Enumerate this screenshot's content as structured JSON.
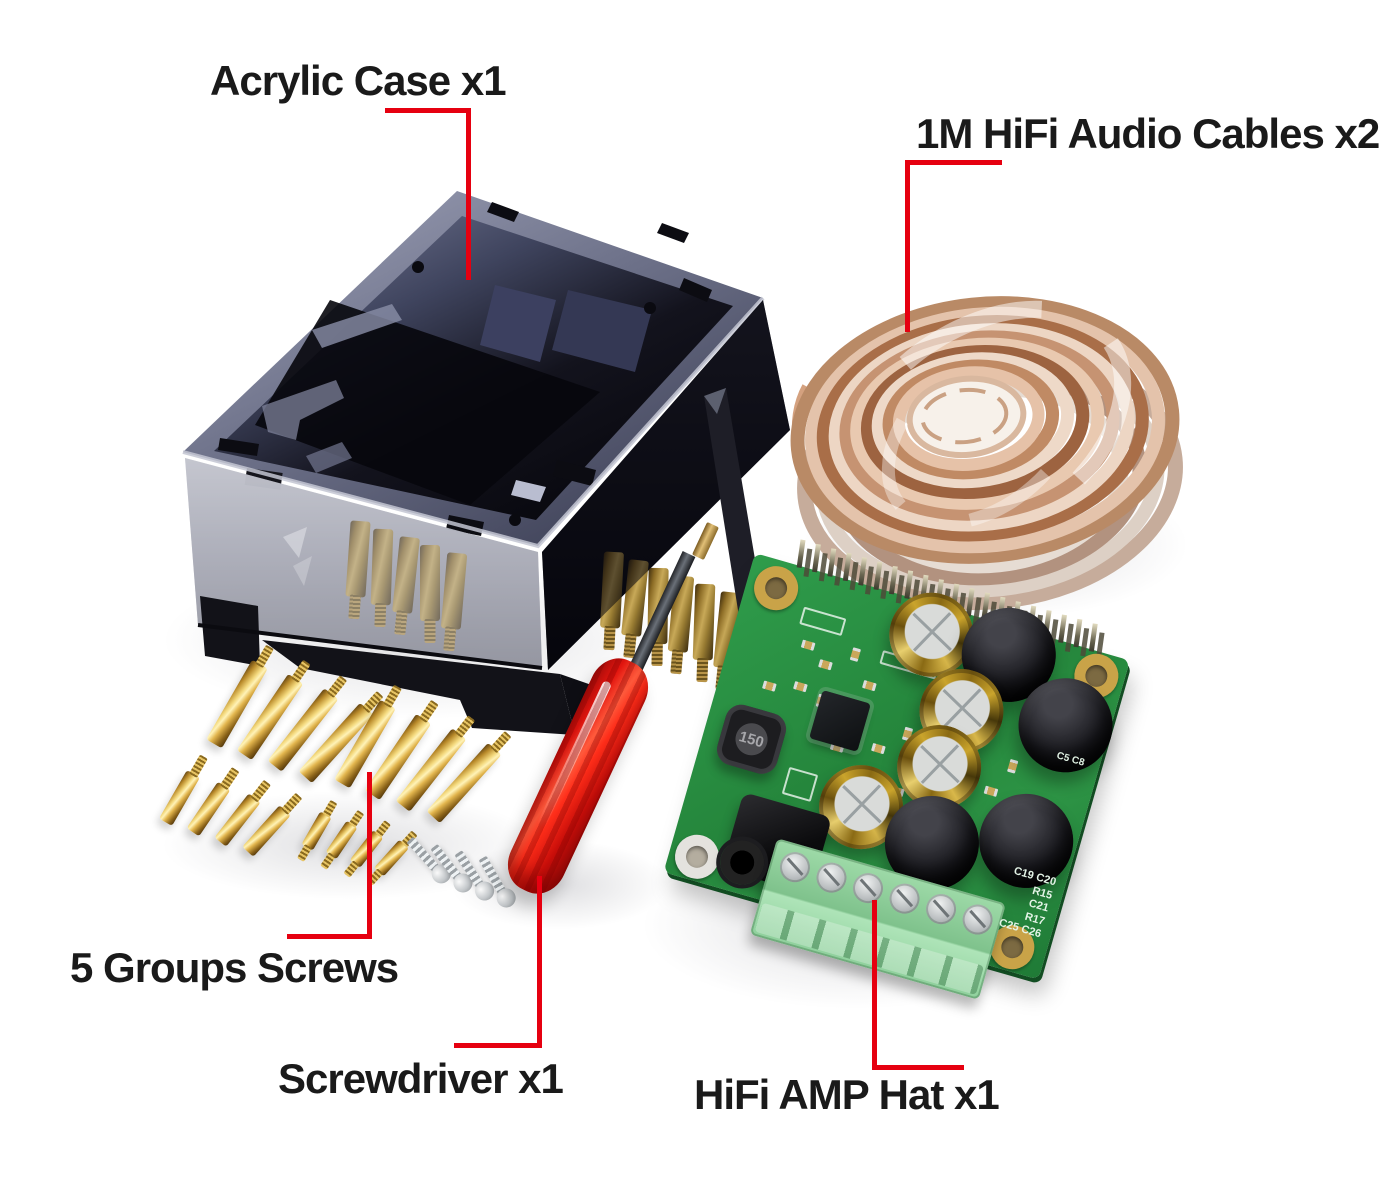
{
  "scene": {
    "background": "#ffffff",
    "annotation_line_color": "#e60010",
    "annotation_text_color": "#1a1a1a"
  },
  "labels": {
    "acrylic_case": "Acrylic Case x1",
    "audio_cables": "1M HiFi Audio Cables x2",
    "screws_groups": "5 Groups Screws",
    "screwdriver": "Screwdriver x1",
    "amp_hat": "HiFi AMP Hat x1"
  },
  "pcb": {
    "inductor_label": "150",
    "silkscreen": [
      "C19 C20",
      "R15",
      "C21",
      "R17",
      "C25 C26"
    ],
    "silkscreen_right": "C5 C8"
  }
}
